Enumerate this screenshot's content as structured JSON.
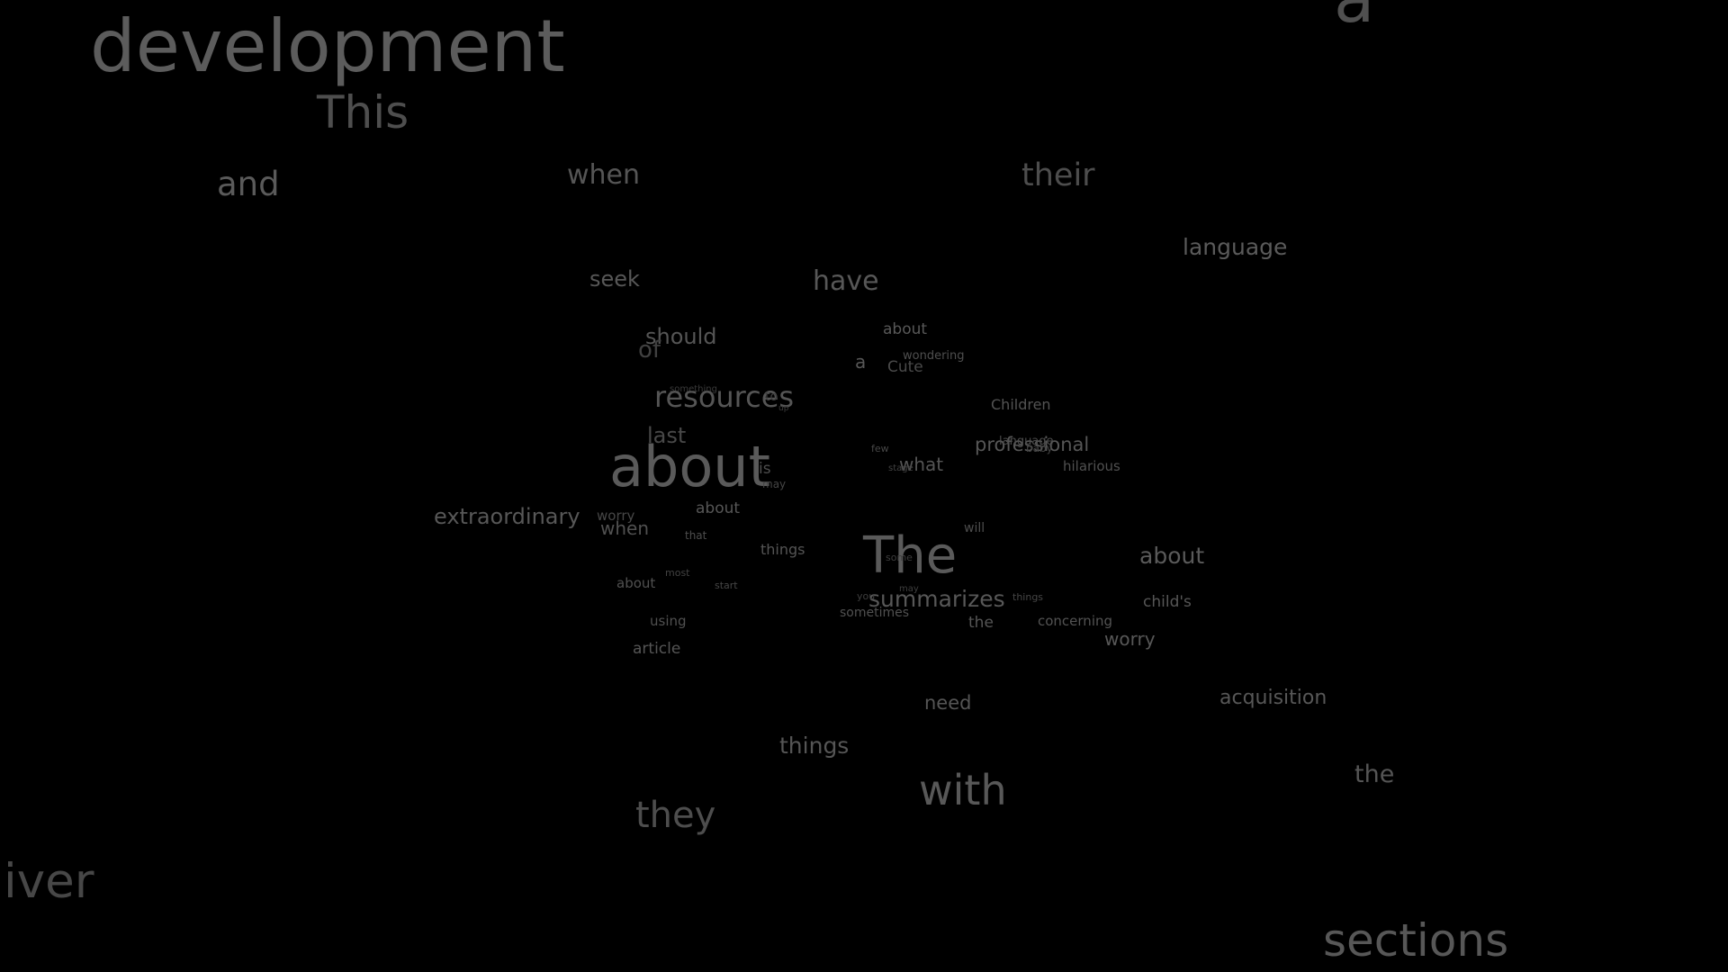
{
  "background": "#000000",
  "text_color": "#575757",
  "words": [
    "development",
    "a",
    "This",
    "and",
    "when",
    "their",
    "language",
    "seek",
    "have",
    "should",
    "of",
    "about",
    "a",
    "wondering",
    "Cute",
    "resources",
    "something",
    "to",
    "up",
    "Children",
    "last",
    "about",
    "is",
    "may",
    "few",
    "what",
    "professional",
    "language",
    "baby",
    "hilarious",
    "stage",
    "extraordinary",
    "worry",
    "when",
    "about",
    "that",
    "will",
    "things",
    "The",
    "some",
    "about",
    "about",
    "most",
    "start",
    "summarizes",
    "you",
    "may",
    "things",
    "child's",
    "sometimes",
    "the",
    "concerning",
    "using",
    "worry",
    "article",
    "need",
    "acquisition",
    "things",
    "with",
    "the",
    "they",
    "iver",
    "sections"
  ]
}
